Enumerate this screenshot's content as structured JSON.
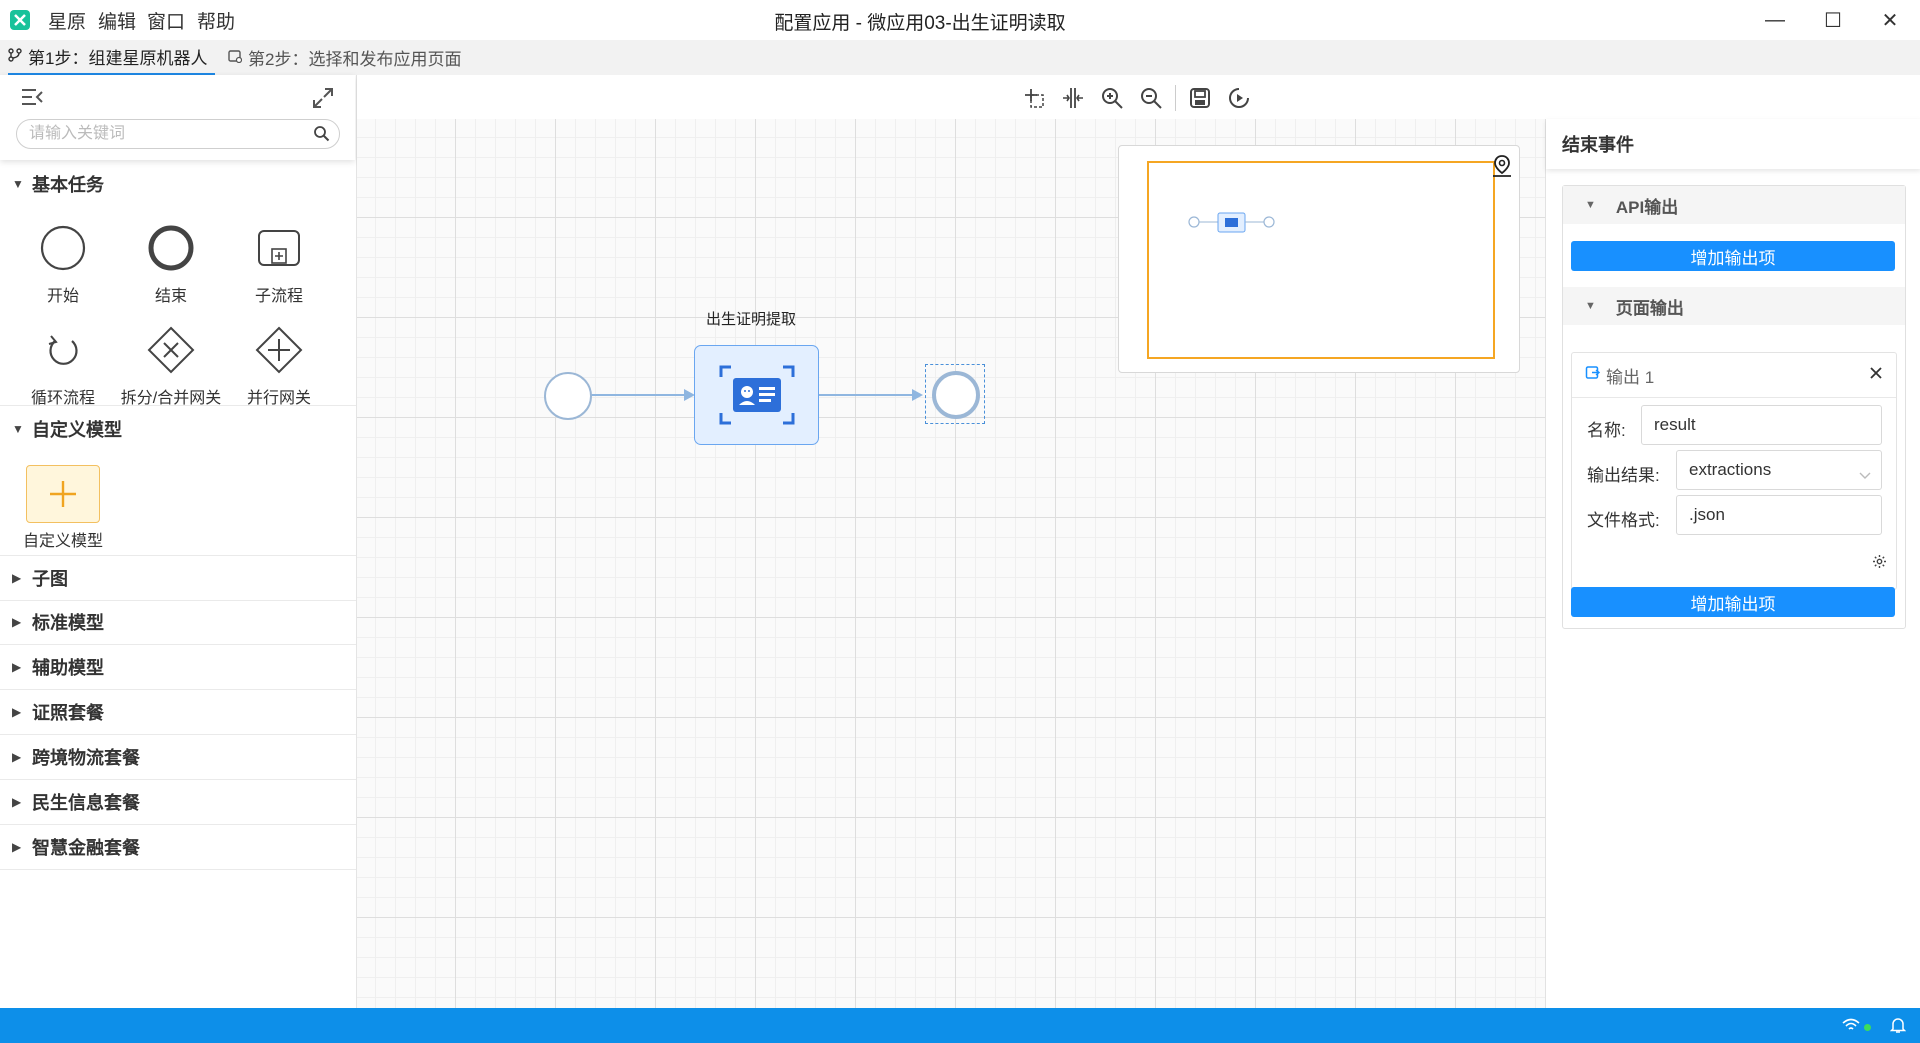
{
  "titlebar": {
    "menu": [
      "星原",
      "编辑",
      "窗口",
      "帮助"
    ],
    "title": "配置应用 - 微应用03-出生证明读取",
    "minimize": "—",
    "maximize": "☐",
    "close": "✕"
  },
  "steps": [
    {
      "label": "第1步：组建星原机器人",
      "active": true
    },
    {
      "label": "第2步：选择和发布应用页面",
      "active": false
    }
  ],
  "left_panel": {
    "search_placeholder": "请输入关键词",
    "sections": {
      "basic_tasks": "基本任务",
      "custom_model": "自定义模型",
      "collapsed": [
        "子图",
        "标准模型",
        "辅助模型",
        "证照套餐",
        "跨境物流套餐",
        "民生信息套餐",
        "智慧金融套餐"
      ]
    },
    "tools": [
      "开始",
      "结束",
      "子流程",
      "循环流程",
      "拆分/合并网关",
      "并行网关"
    ],
    "custom_tool": "自定义模型"
  },
  "canvas": {
    "node_label": "出生证明提取"
  },
  "right_panel": {
    "title": "结束事件",
    "api_output": "API输出",
    "add_output": "增加输出项",
    "page_output": "页面输出",
    "output_item": {
      "title": "输出 1",
      "name_label": "名称:",
      "name_value": "result",
      "result_label": "输出结果:",
      "result_value": "extractions",
      "format_label": "文件格式:",
      "format_value": ".json"
    }
  },
  "colors": {
    "accent": "#1890ff",
    "statusbar": "#0d8fe9",
    "minimap_viewport": "#f5a623",
    "node_border": "#6aa6f0"
  }
}
